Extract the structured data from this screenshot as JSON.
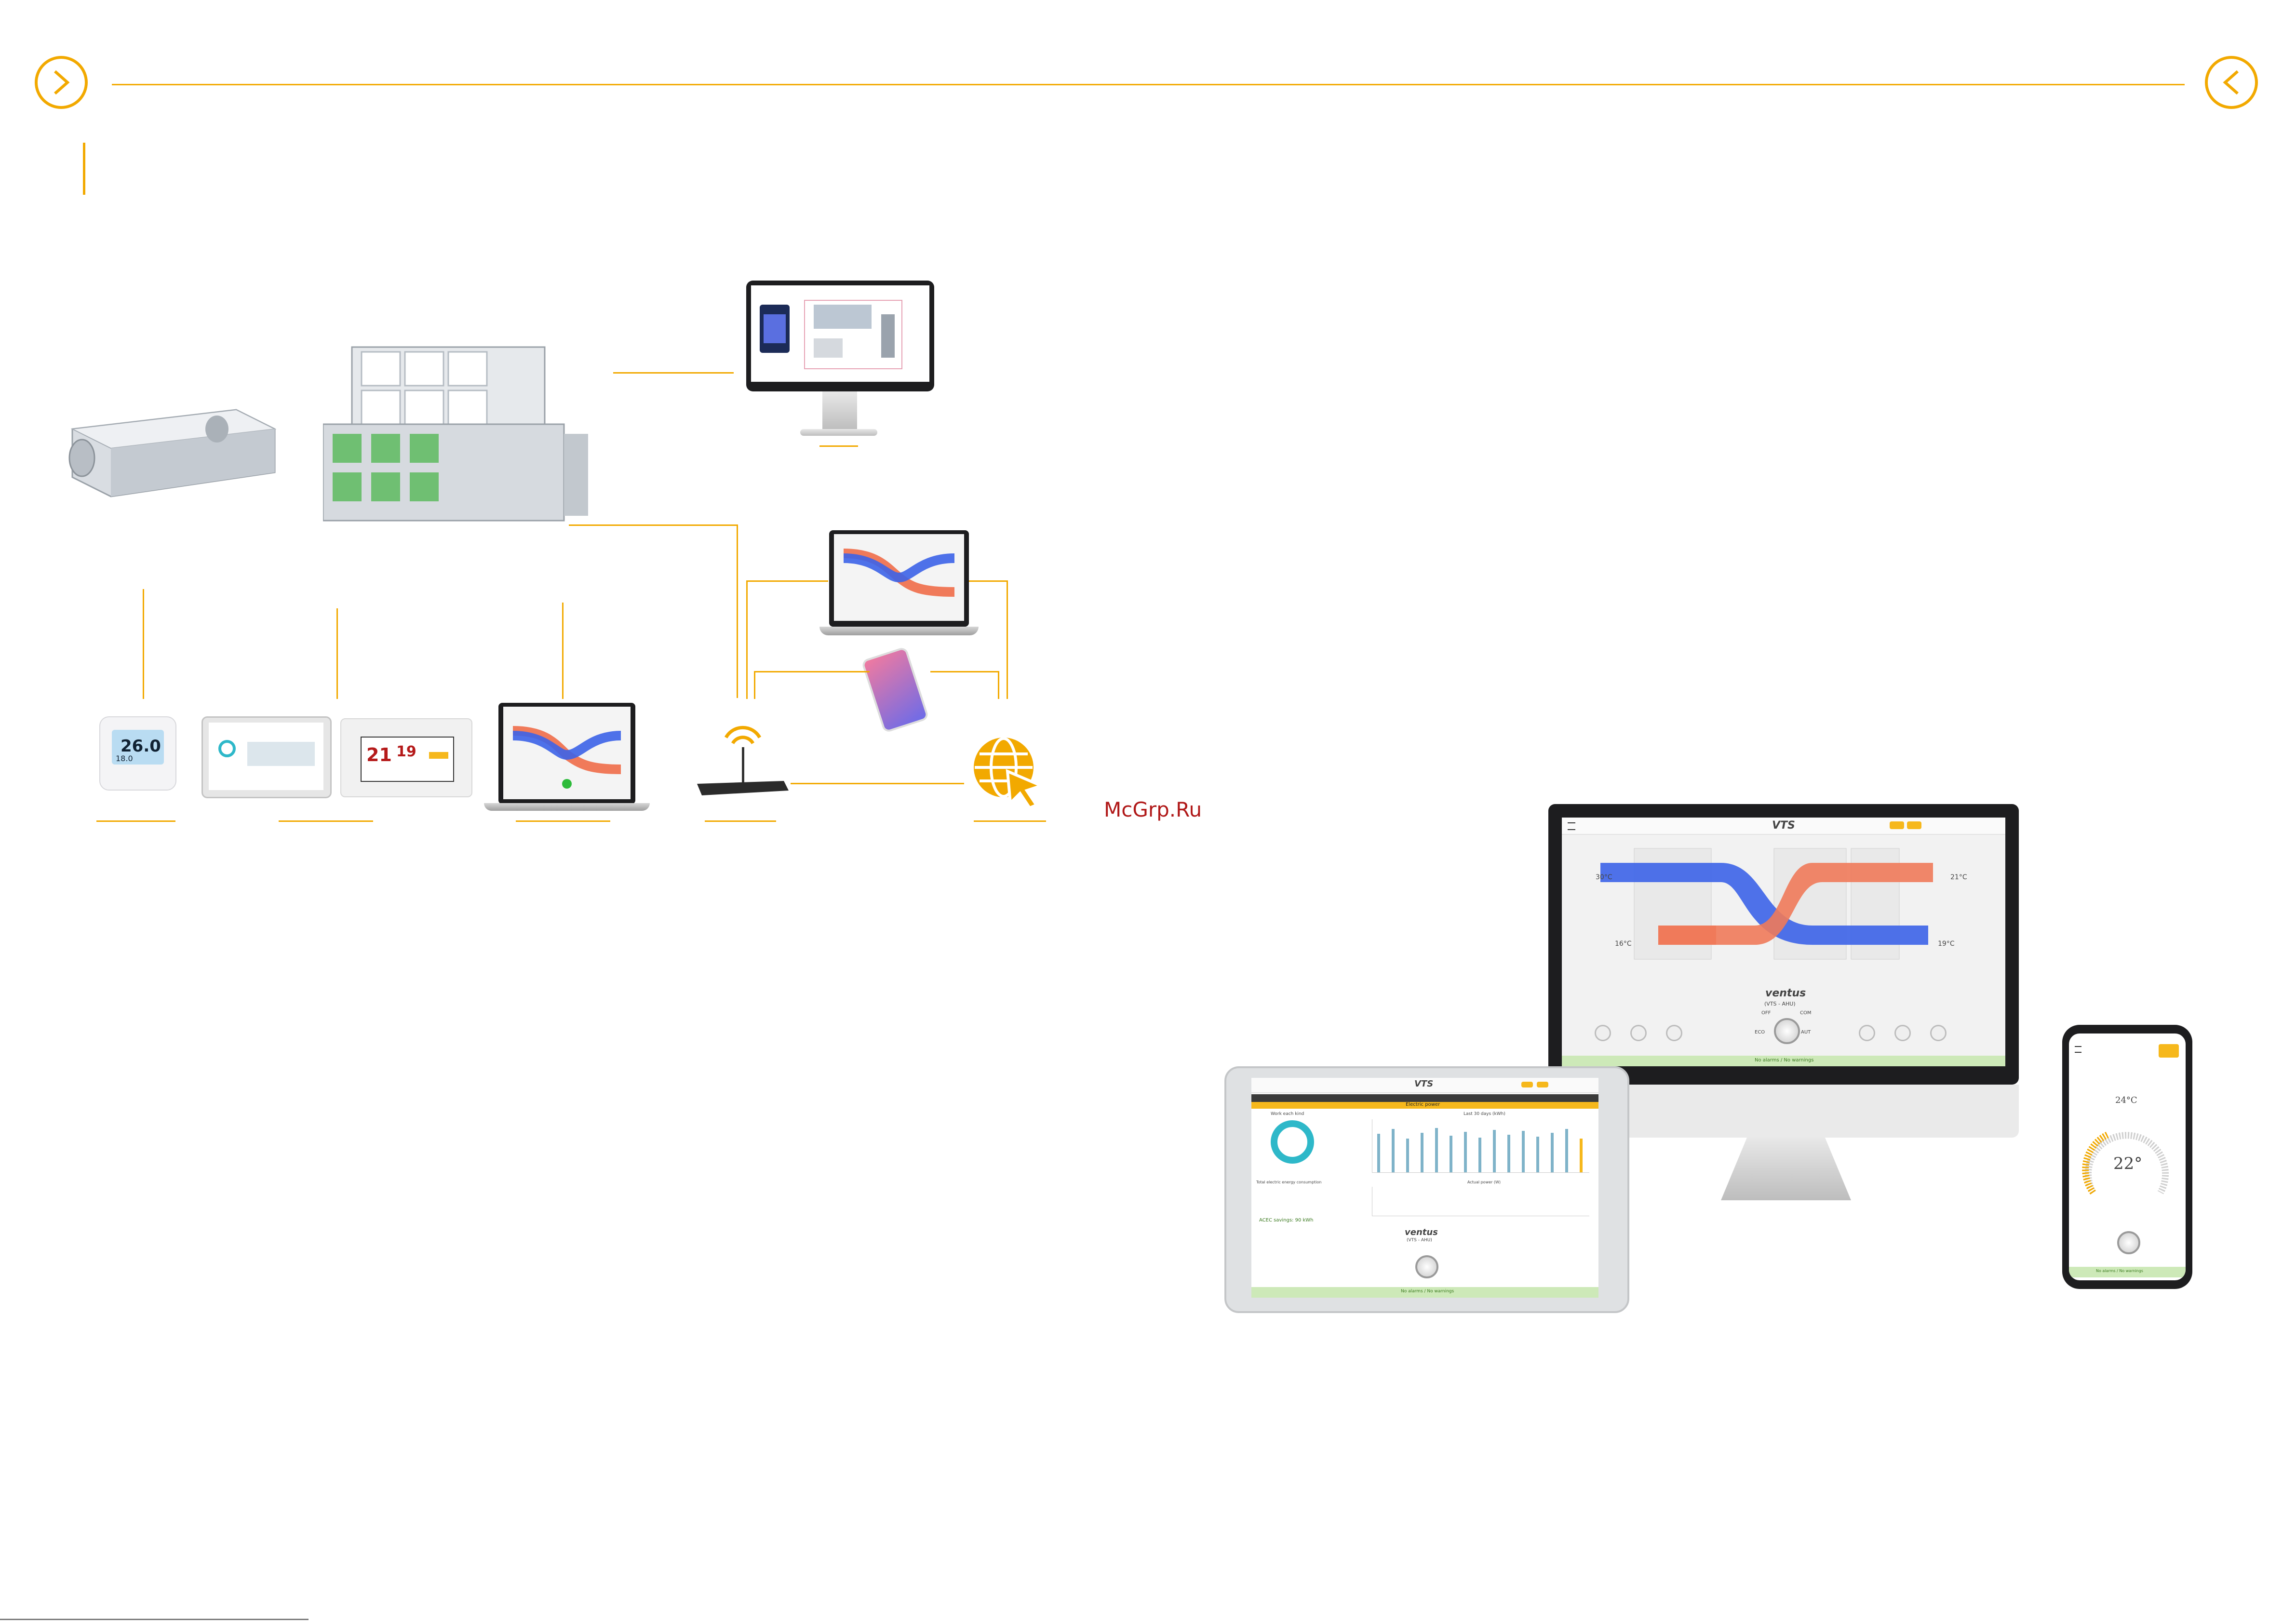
{
  "watermark": "McGrp.Ru",
  "thermostat": {
    "temp": "26.0",
    "sub": "18.0"
  },
  "hmi": {
    "temp1": "21",
    "temp2": "19",
    "unit": "°"
  },
  "desktop": {
    "brand": "VTS",
    "product": "ventus",
    "model": "(VTS - AHU)",
    "temps": {
      "outdoor": "30°C",
      "indoor": "21°C",
      "exhaust": "16°C",
      "supply": "19°C"
    },
    "mode_labels": {
      "off": "OFF",
      "eco": "ECO",
      "com": "COM",
      "aut": "AUT"
    },
    "status": "No alarms / No warnings"
  },
  "tablet": {
    "brand": "VTS",
    "section_title": "Electric power",
    "chart_left_title": "Work each kind",
    "chart_right_title": "Last 30 days (kWh)",
    "chart_bottom_title": "Actual power (W)",
    "consumption_title": "Total electric energy consumption",
    "savings": "ACEC savings: 90 kWh",
    "product": "ventus",
    "model": "(VTS - AHU)",
    "status": "No alarms / No warnings"
  },
  "phone": {
    "indoor_temp": "24°C",
    "setpoint": "22°",
    "status": "No alarms / No warnings"
  },
  "colors": {
    "accent": "#f2a900",
    "blue": "#3c63e8",
    "orange": "#f07a5a",
    "green": "#2dbb3a"
  }
}
